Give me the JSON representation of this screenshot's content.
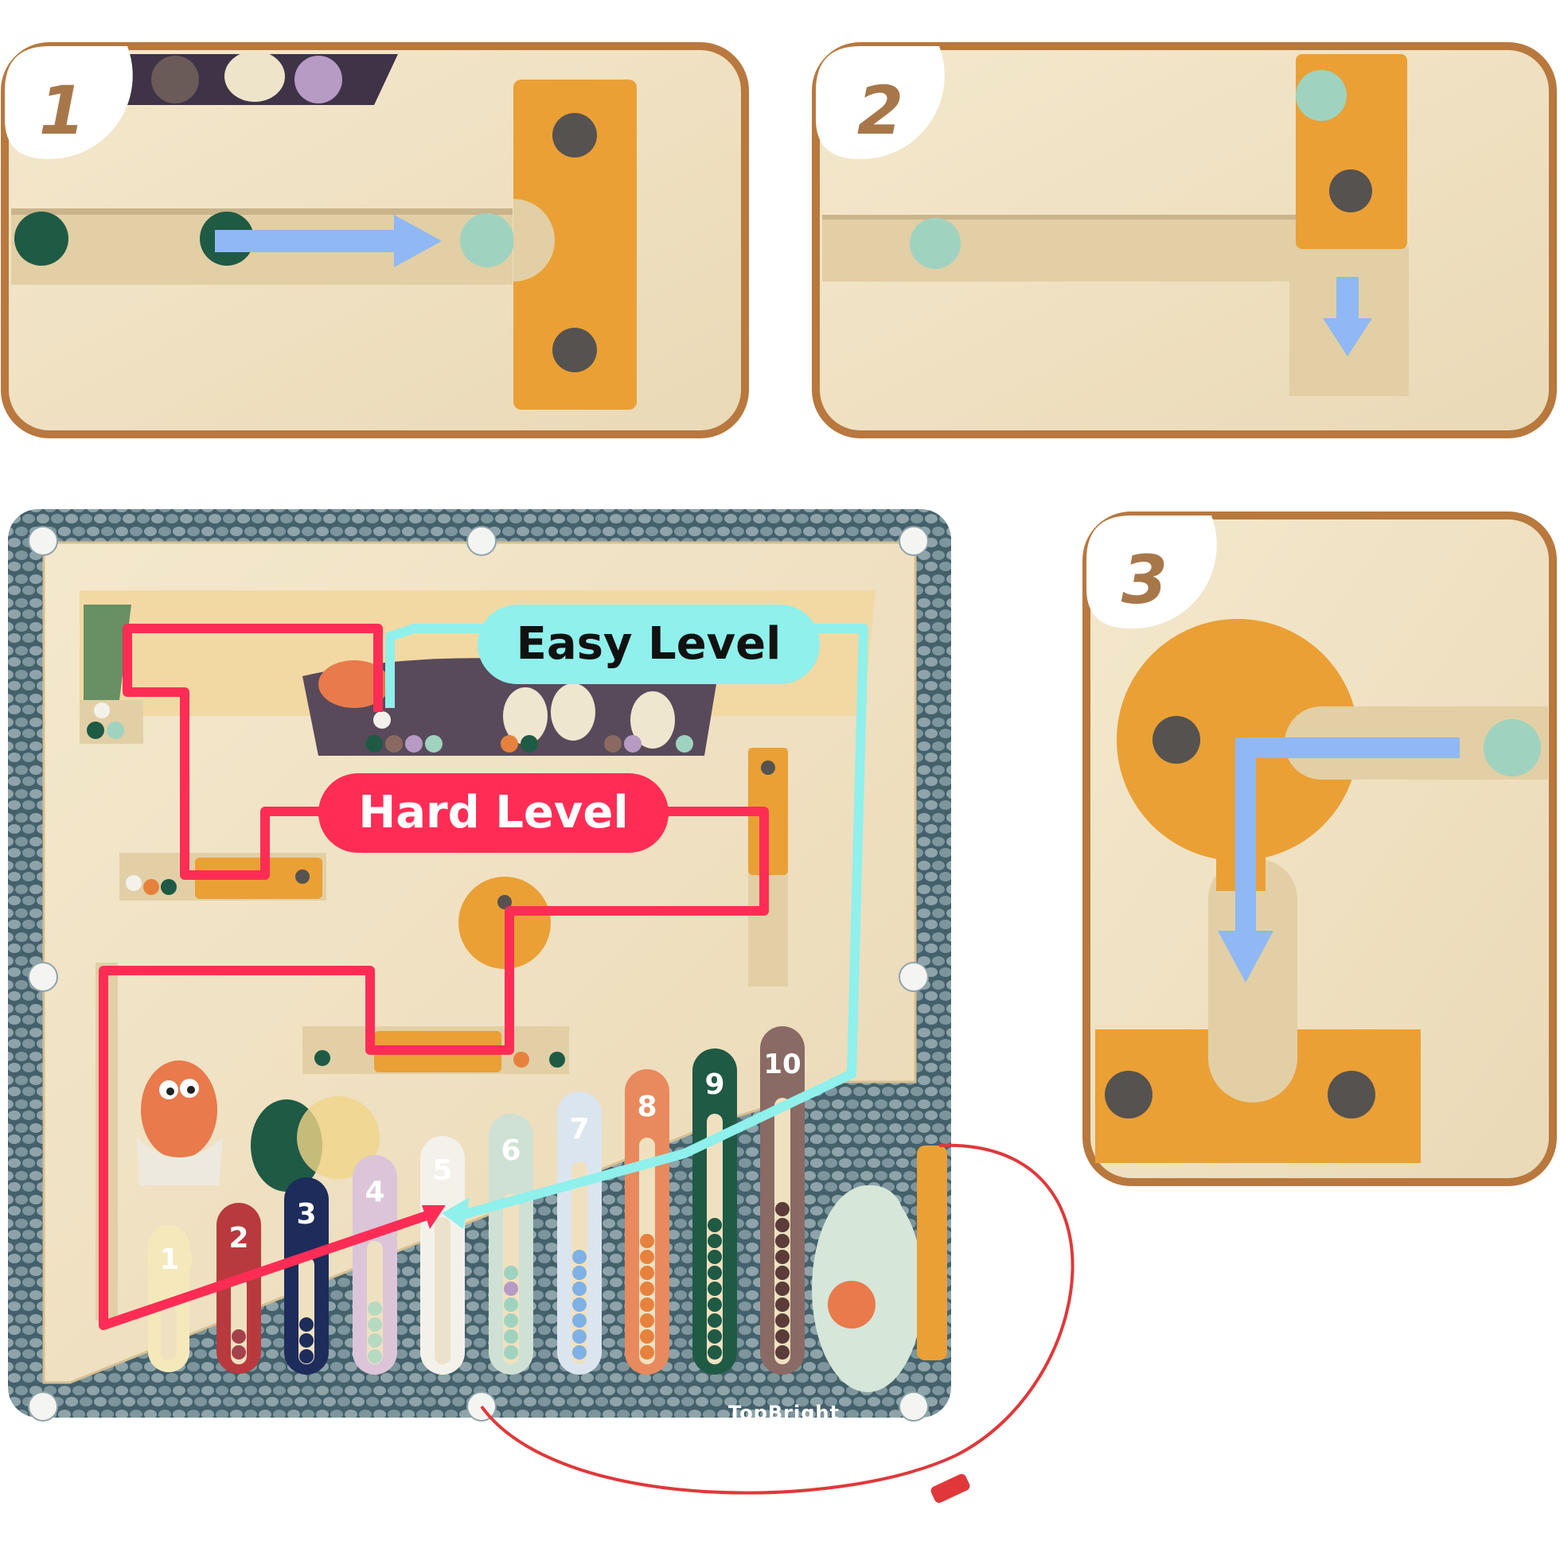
{
  "steps": [
    {
      "number": "1"
    },
    {
      "number": "2"
    },
    {
      "number": "3"
    }
  ],
  "board": {
    "easy_label": "Easy Level",
    "hard_label": "Hard Level",
    "brand": "TopBright",
    "columns": [
      "1",
      "2",
      "3",
      "4",
      "5",
      "6",
      "7",
      "8",
      "9",
      "10"
    ]
  },
  "colors": {
    "wood": "#f0e3c6",
    "frame": "#b8783e",
    "knob": "#eaa035",
    "arrow": "#8fb8f4",
    "easy_path": "#8ff0ec",
    "hard_path": "#ff2d55",
    "border_pattern": "#5f7880"
  }
}
